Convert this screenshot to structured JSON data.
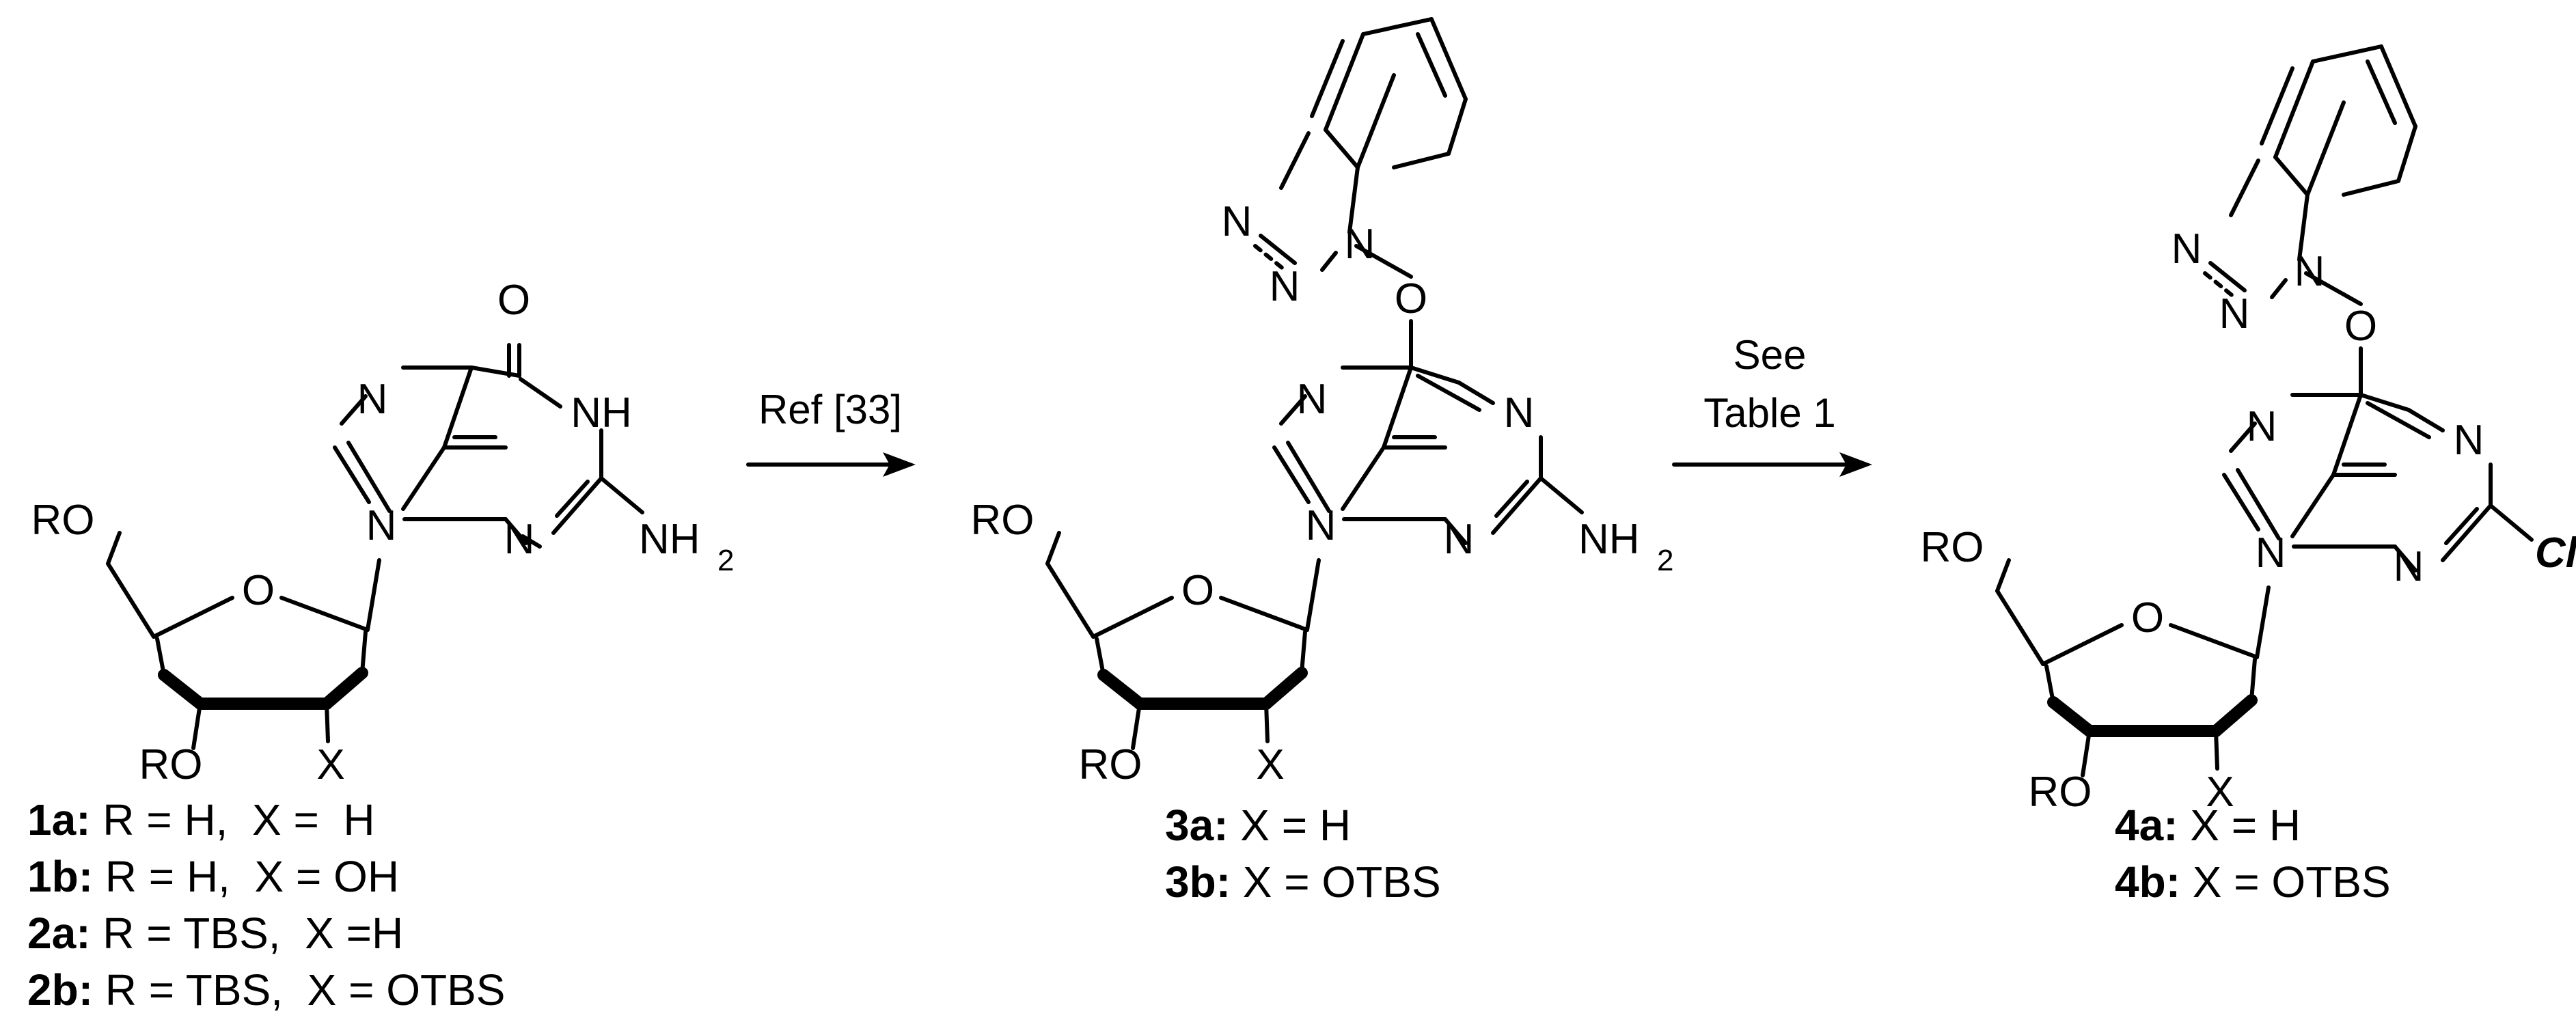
{
  "compounds": {
    "c1": {
      "atoms": {
        "ring_o": "O",
        "ro_top": "RO",
        "ro_bottom": "RO",
        "x": "X",
        "n9": "N",
        "n7": "N",
        "n3": "N",
        "n1": "NH",
        "carbonyl_o": "O",
        "nh2": "NH",
        "nh2_sub": "2"
      },
      "labels": [
        {
          "id": "1a:",
          "desc": " R = H,  X =  H"
        },
        {
          "id": "1b:",
          "desc": " R = H,  X = OH"
        },
        {
          "id": "2a:",
          "desc": " R = TBS,  X =H"
        },
        {
          "id": "2b:",
          "desc": " R = TBS,  X = OTBS"
        }
      ]
    },
    "c3": {
      "atoms": {
        "ring_o": "O",
        "ro_top": "RO",
        "ro_bottom": "RO",
        "x": "X",
        "n9": "N",
        "n7": "N",
        "n3": "N",
        "n1": "N",
        "ether_o": "O",
        "bt_n1": "N",
        "bt_n2": "N",
        "bt_n3": "N",
        "nh2": "NH",
        "nh2_sub": "2"
      },
      "labels": [
        {
          "id": "3a:",
          "desc": " X = H"
        },
        {
          "id": "3b:",
          "desc": " X = OTBS"
        }
      ]
    },
    "c4": {
      "atoms": {
        "ring_o": "O",
        "ro_top": "RO",
        "ro_bottom": "RO",
        "x": "X",
        "n9": "N",
        "n7": "N",
        "n3": "N",
        "n1": "N",
        "ether_o": "O",
        "bt_n1": "N",
        "bt_n2": "N",
        "bt_n3": "N",
        "cl": "Cl"
      },
      "labels": [
        {
          "id": "4a:",
          "desc": " X = H"
        },
        {
          "id": "4b:",
          "desc": " X = OTBS"
        }
      ]
    }
  },
  "arrows": {
    "a1": {
      "text": "Ref [33]"
    },
    "a2": {
      "line1": "See",
      "line2": "Table 1"
    }
  }
}
